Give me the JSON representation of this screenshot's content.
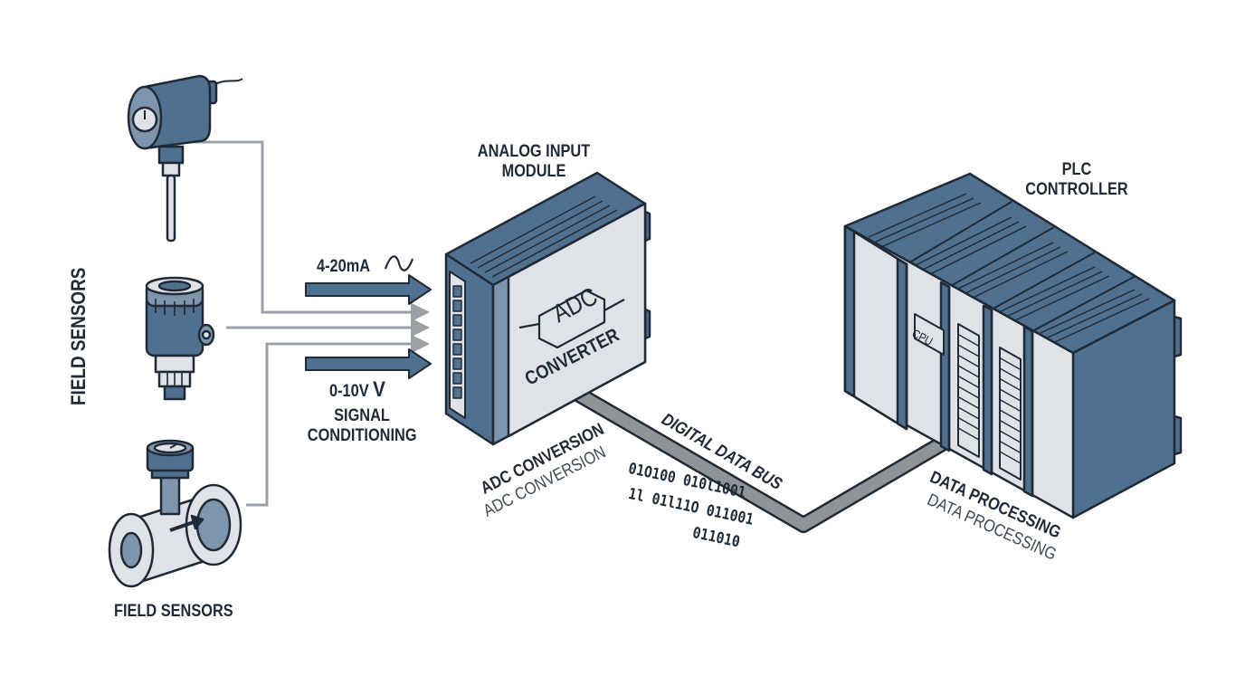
{
  "labels": {
    "field_sensors_vertical": "FIELD SENSORS",
    "field_sensors": "FIELD SENSORS",
    "current_signal": "4-20mA",
    "voltage_signal_range": "0-10V",
    "voltage_signal_unit": "V",
    "signal_conditioning_1": "SIGNAL",
    "signal_conditioning_2": "CONDITIONING",
    "analog_module_1": "ANALOG INPUT",
    "analog_module_2": "MODULE",
    "adc": "ADC",
    "converter": "CONVERTER",
    "adc_conversion": "ADC CONVERSION",
    "adc_conversion_echo": "ADC CONVERSION",
    "digital_data_bus": "DIGITAL DATA BUS",
    "binary_1": "01O100 010l1001",
    "binary_2": "1l 01l11O 011001",
    "binary_3": "011010",
    "plc_1": "PLC",
    "plc_2": "CONTROLLER",
    "cpu": "CPU",
    "data_processing": "DATA PROCESSING",
    "data_processing_echo": "DATA PROCESSING"
  },
  "colors": {
    "accent": "#50708f",
    "accent_dark": "#3d5870",
    "panel_light": "#dfe3e7",
    "line": "#1f2a36",
    "wire": "#9aa0a6",
    "bus": "#8f9499"
  }
}
